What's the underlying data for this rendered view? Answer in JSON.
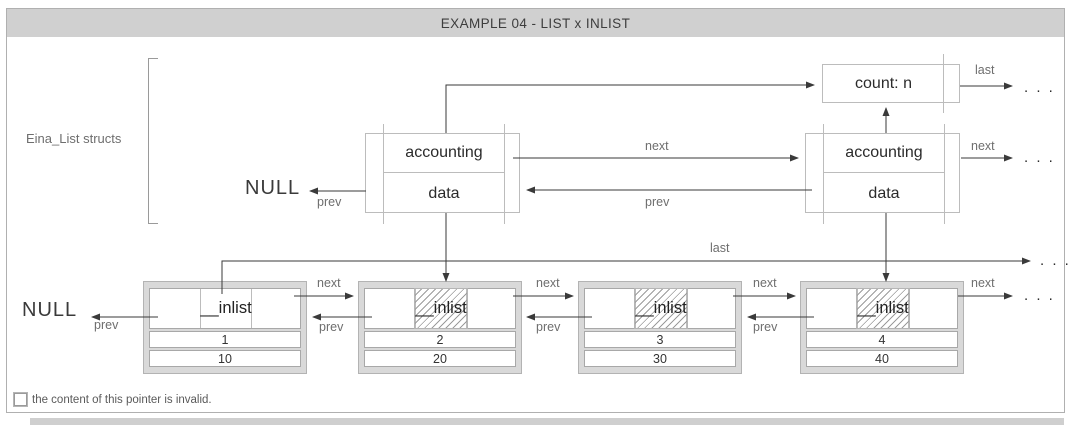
{
  "title": "EXAMPLE 04 - LIST x INLIST",
  "section_label": "Eina_List structs",
  "labels": {
    "next": "next",
    "prev": "prev",
    "last": "last",
    "null": "NULL",
    "ellipsis": ". . ."
  },
  "count_box": {
    "text": "count: n"
  },
  "list_structs": [
    {
      "row1": "accounting",
      "row2": "data"
    },
    {
      "row1": "accounting",
      "row2": "data"
    }
  ],
  "inlist_nodes": [
    {
      "pointer": "__inlist",
      "value": "1",
      "data": "10",
      "invalid": false
    },
    {
      "pointer": "__inlist",
      "value": "2",
      "data": "20",
      "invalid": true
    },
    {
      "pointer": "__inlist",
      "value": "3",
      "data": "30",
      "invalid": true
    },
    {
      "pointer": "__inlist",
      "value": "4",
      "data": "40",
      "invalid": true
    }
  ],
  "legend": {
    "text": "the content of this pointer is invalid."
  },
  "colors": {
    "titlebar_bg": "#d0d0d0",
    "frame_border": "#b0b0b0",
    "box_border": "#bcbcbc",
    "node_fill": "#d9d9d9",
    "line": "#3a3a3a",
    "label_text": "#6e6e6e",
    "hatch": "#9c9c9c"
  }
}
